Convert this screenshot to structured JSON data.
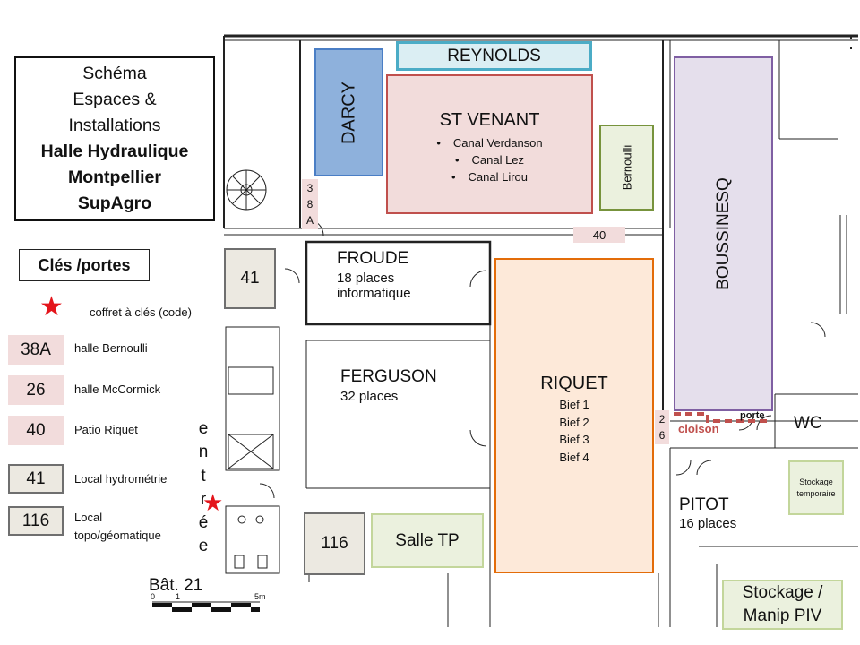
{
  "title_lines": [
    "Schéma",
    "Espaces &",
    "Installations",
    "Halle Hydraulique",
    "Montpellier",
    "SupAgro"
  ],
  "legend": {
    "heading": "Clés /portes",
    "key_box_label": "coffret à clés (code)",
    "items": [
      {
        "code": "38A",
        "label": "halle Bernoulli"
      },
      {
        "code": "26",
        "label": "halle McCormick"
      },
      {
        "code": "40",
        "label": "Patio Riquet"
      },
      {
        "code": "41",
        "label": "Local hydrométrie"
      },
      {
        "code": "116",
        "label_lines": [
          "Local",
          "topo/géomatique"
        ]
      }
    ]
  },
  "rooms": {
    "reynolds": "REYNOLDS",
    "darcy": "DARCY",
    "st_venant": {
      "name": "ST VENANT",
      "items": [
        "Canal Verdanson",
        "Canal Lez",
        "Canal Lirou"
      ]
    },
    "bernoulli": "Bernoulli",
    "boussinesq": "BOUSSINESQ",
    "froude": {
      "name": "FROUDE",
      "line1": "18 places",
      "line2": "informatique"
    },
    "ferguson": {
      "name": "FERGUSON",
      "line1": "32 places"
    },
    "riquet": {
      "name": "RIQUET",
      "items": [
        "Bief 1",
        "Bief 2",
        "Bief 3",
        "Bief 4"
      ]
    },
    "salle_tp": "Salle TP",
    "wc": "WC",
    "pitot": {
      "name": "PITOT",
      "line1": "16 places"
    },
    "stockage_temp": [
      "Stockage",
      "temporaire"
    ],
    "stockage_piv": [
      "Stockage /",
      "Manip PIV"
    ]
  },
  "door_codes": {
    "d38a": [
      "3",
      "8",
      "A"
    ],
    "d41": "41",
    "d40": "40",
    "d26": [
      "2",
      "6"
    ],
    "d116": "116"
  },
  "annotations": {
    "cloison": "cloison",
    "porte": "porte",
    "entree_letters": [
      "e",
      "n",
      "t",
      "r",
      "é",
      "e"
    ],
    "building": "Bât. 21",
    "scale_start": "0",
    "scale_mid": "1",
    "scale_end": "5m"
  },
  "colors": {
    "darcy": "#4a7ec5",
    "reynolds": "#4bacc6",
    "st_venant": "#c0504d",
    "bernoulli": "#77933c",
    "boussinesq": "#7f5fa3",
    "riquet": "#e36c09",
    "salle_tp": "#c3d69b",
    "key_star": "#e4151b"
  }
}
